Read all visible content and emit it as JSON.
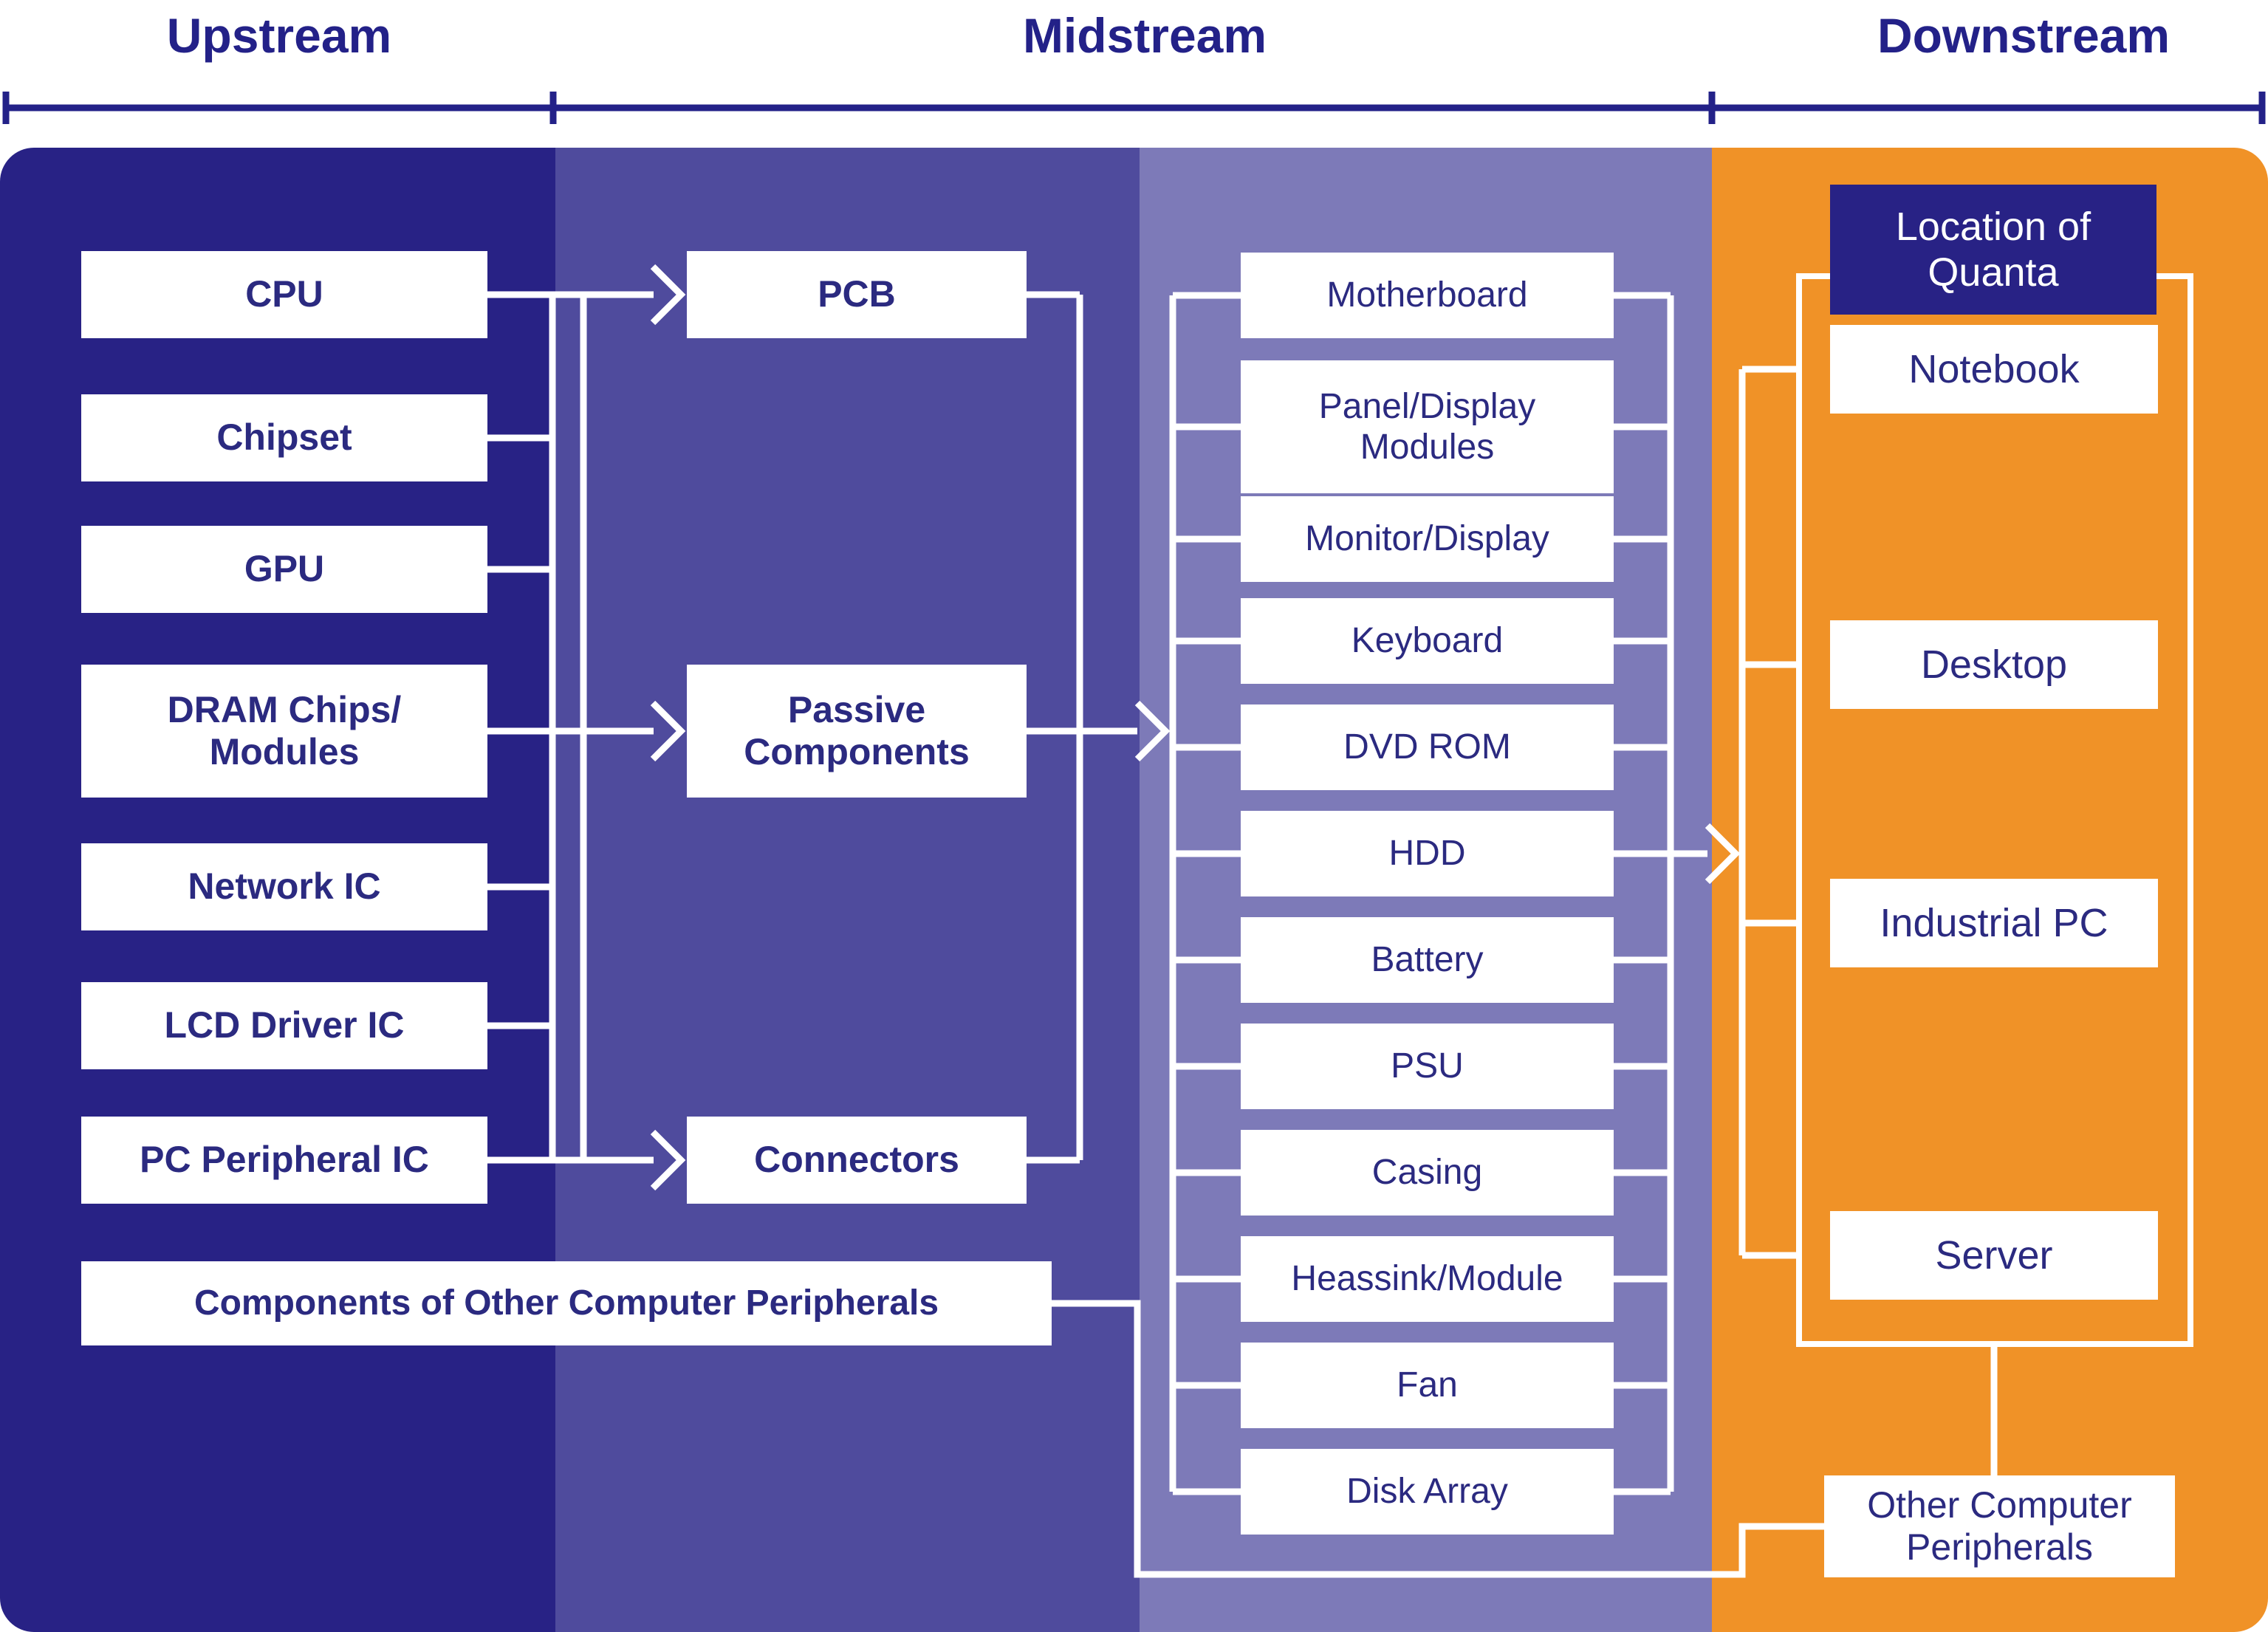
{
  "header": {
    "sections": [
      {
        "label": "Upstream"
      },
      {
        "label": "Midstream"
      },
      {
        "label": "Downstream"
      }
    ]
  },
  "upstream": {
    "boxes": [
      {
        "label": "CPU"
      },
      {
        "label": "Chipset"
      },
      {
        "label": "GPU"
      },
      {
        "label": "DRAM Chips/\nModules"
      },
      {
        "label": "Network IC"
      },
      {
        "label": "LCD Driver IC"
      },
      {
        "label": "PC Peripheral IC"
      }
    ],
    "wide_box": {
      "label": "Components of Other Computer Peripherals"
    }
  },
  "midstream_components": {
    "boxes": [
      {
        "label": "PCB"
      },
      {
        "label": "Passive\nComponents"
      },
      {
        "label": "Connectors"
      }
    ]
  },
  "midstream_assemblies": {
    "boxes": [
      {
        "label": "Motherboard"
      },
      {
        "label": "Panel/Display\nModules"
      },
      {
        "label": "Monitor/Display"
      },
      {
        "label": "Keyboard"
      },
      {
        "label": "DVD ROM"
      },
      {
        "label": "HDD"
      },
      {
        "label": "Battery"
      },
      {
        "label": "PSU"
      },
      {
        "label": "Casing"
      },
      {
        "label": "Heassink/Module"
      },
      {
        "label": "Fan"
      },
      {
        "label": "Disk Array"
      }
    ]
  },
  "downstream": {
    "location_box": {
      "label": "Location of\nQuanta"
    },
    "product_boxes": [
      {
        "label": "Notebook"
      },
      {
        "label": "Desktop"
      },
      {
        "label": "Industrial PC"
      },
      {
        "label": "Server"
      }
    ],
    "other_box": {
      "label": "Other Computer\nPeripherals"
    }
  },
  "colors": {
    "navy_band": "#282285",
    "title_navy": "#232188",
    "text_navy": "#2b2a80",
    "medium_purple": "#4f4b9d",
    "light_purple": "#7d7ab8",
    "orange": "#f09227",
    "connector_white": "#ffffff"
  }
}
